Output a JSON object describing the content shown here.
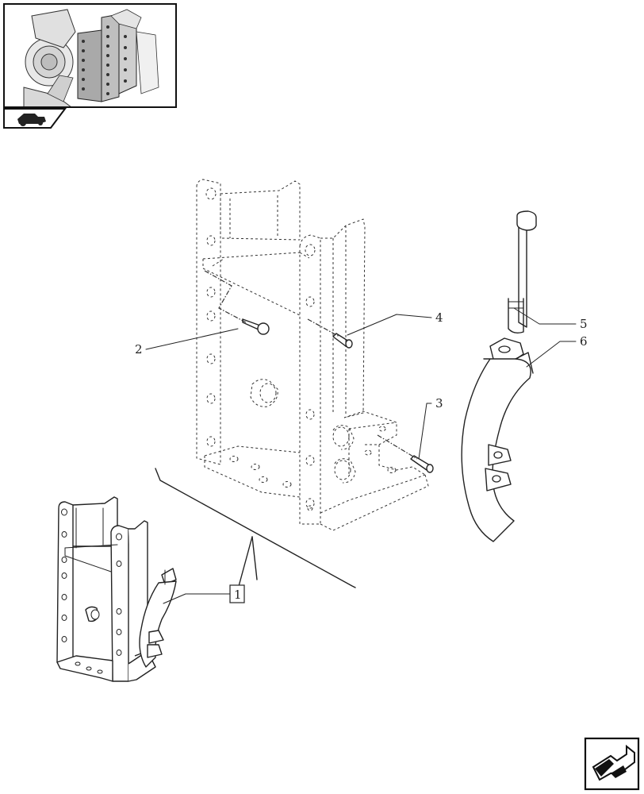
{
  "callouts": {
    "c1": "1",
    "c2": "2",
    "c3": "3",
    "c4": "4",
    "c5": "5",
    "c6": "6"
  },
  "icons": {
    "thumbnail": "assembly-thumbnail-icon",
    "thumb_tab": "tractor-tab-icon",
    "nav": "next-page-arrow-icon"
  },
  "colors": {
    "line": "#222222",
    "background": "#ffffff"
  }
}
